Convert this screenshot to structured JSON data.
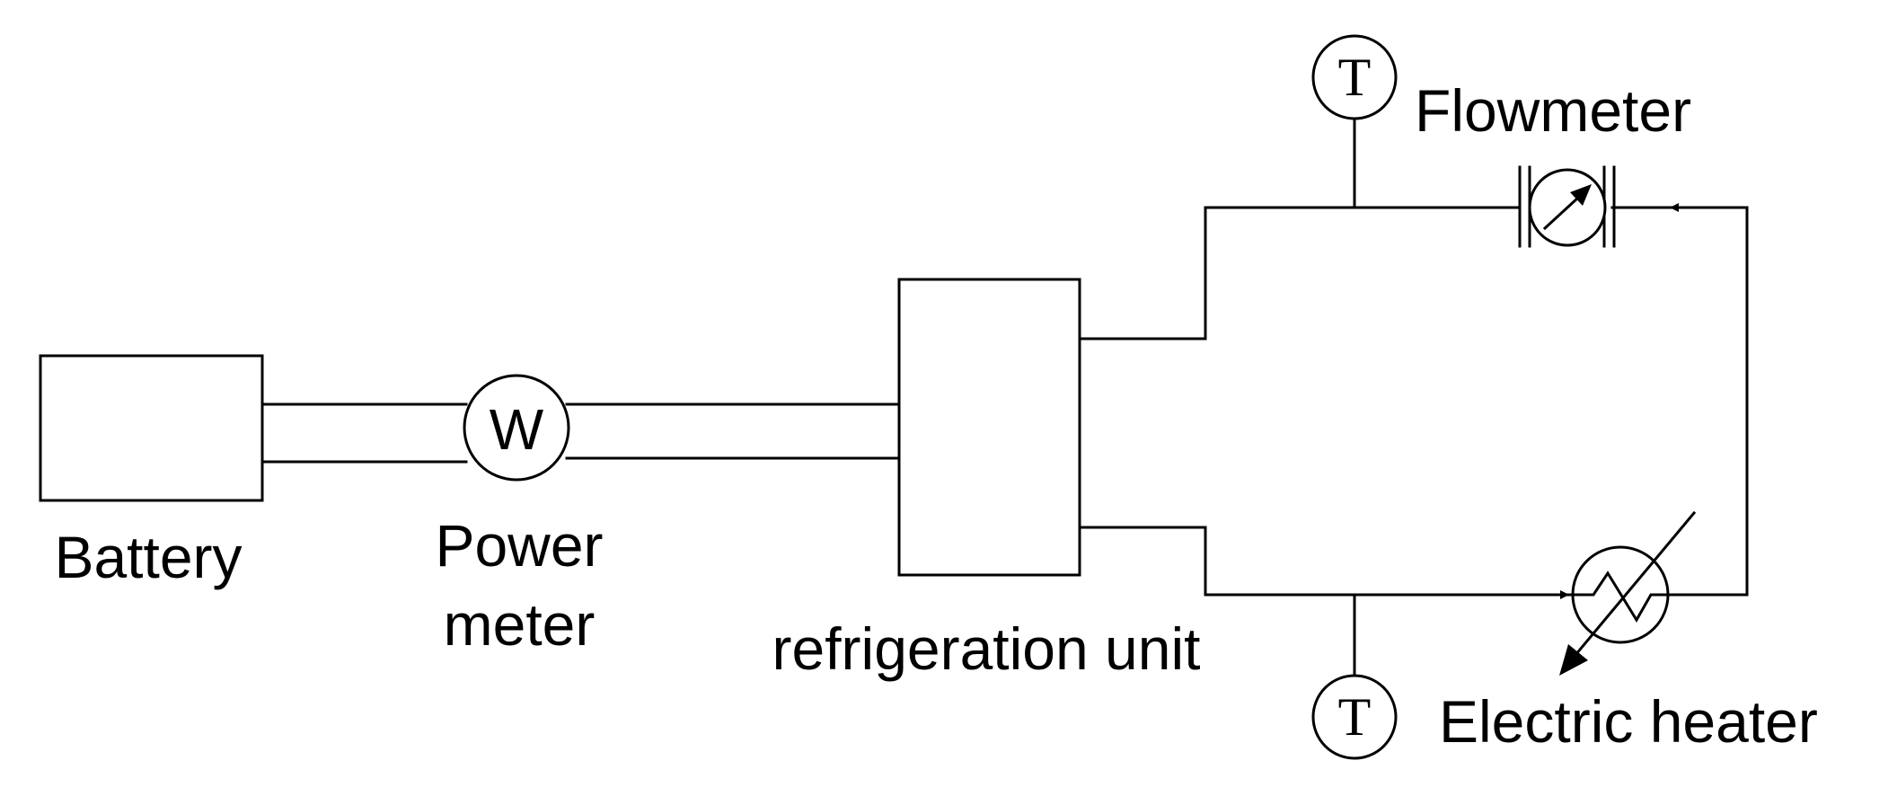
{
  "labels": {
    "battery": "Battery",
    "power_meter_line1": "Power",
    "power_meter_line2": "meter",
    "refrigeration_unit": "refrigeration unit",
    "flowmeter": "Flowmeter",
    "electric_heater": "Electric heater"
  },
  "symbols": {
    "power_meter": "W",
    "temp_sensor_top": "T",
    "temp_sensor_bottom": "T"
  },
  "colors": {
    "stroke": "#000000",
    "background": "#ffffff"
  }
}
